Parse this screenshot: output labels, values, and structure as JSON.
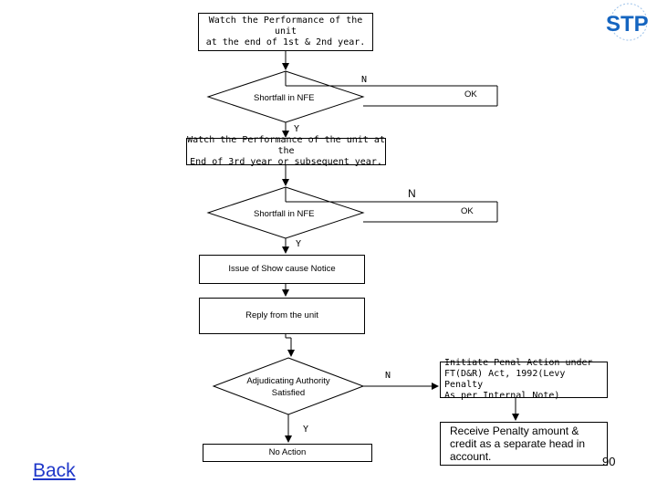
{
  "nodes": {
    "watch12_l1": "Watch the Performance of the unit",
    "watch12_l2": "at the end of 1st & 2nd year.",
    "shortfall1": "Shortfall in NFE",
    "ok1": "OK",
    "n1": "N",
    "y1": "Y",
    "watch3_l1": "Watch the Performance of the unit at the",
    "watch3_l2": "End of 3rd year or subsequent year.",
    "shortfall2": "Shortfall in NFE",
    "ok2": "OK",
    "n2": "N",
    "y2": "Y",
    "show_cause": "Issue of Show cause Notice",
    "reply": "Reply from the unit",
    "adjud_l1": "Adjudicating Authority",
    "adjud_l2": "Satisfied",
    "n3": "N",
    "y3": "Y",
    "no_action": "No Action",
    "penal_l1": "Initiate Penal Action under",
    "penal_l2": "FT(D&R) Act, 1992(Levy Penalty",
    "penal_l3": "As per Internal Note)",
    "receive_l1": "Receive Penalty amount &",
    "receive_l2": "credit as a separate head in",
    "receive_l3": "account."
  },
  "nav": {
    "back_label": "Back"
  },
  "page_number": "90",
  "logo": {
    "text": "STP",
    "icon": "stp-logo"
  },
  "colors": {
    "link": "#1f37c9",
    "logo": "#1565c0"
  }
}
